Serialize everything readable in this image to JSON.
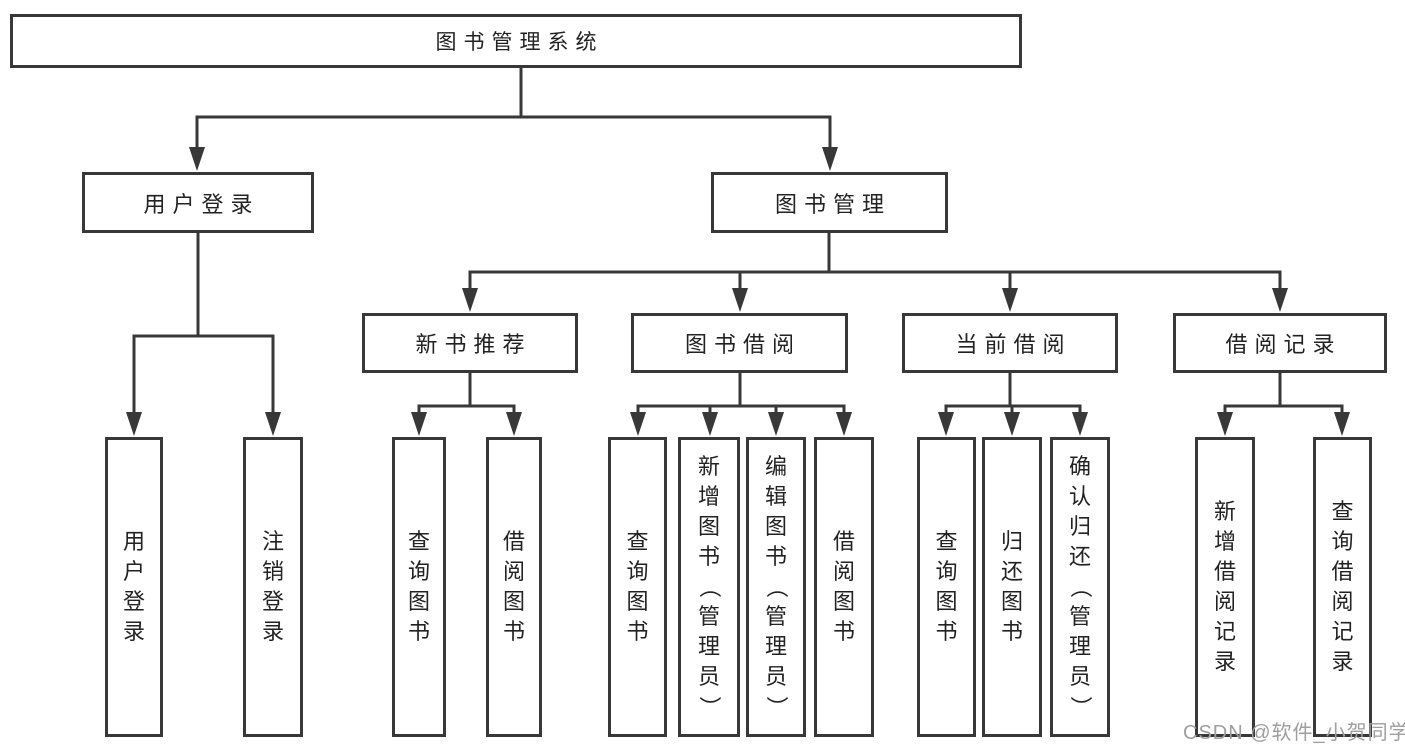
{
  "diagram": {
    "root": {
      "label": "图书管理系统",
      "children": [
        {
          "label": "用户登录",
          "children": [
            {
              "label": "用户登录"
            },
            {
              "label": "注销登录"
            }
          ]
        },
        {
          "label": "图书管理",
          "children": [
            {
              "label": "新书推荐",
              "children": [
                {
                  "label": "查询图书"
                },
                {
                  "label": "借阅图书"
                }
              ]
            },
            {
              "label": "图书借阅",
              "children": [
                {
                  "label": "查询图书"
                },
                {
                  "label": "新增图书（管理员）"
                },
                {
                  "label": "编辑图书（管理员）"
                },
                {
                  "label": "借阅图书"
                }
              ]
            },
            {
              "label": "当前借阅",
              "children": [
                {
                  "label": "查询图书"
                },
                {
                  "label": "归还图书"
                },
                {
                  "label": "确认归还（管理员）"
                }
              ]
            },
            {
              "label": "借阅记录",
              "children": [
                {
                  "label": "新增借阅记录"
                },
                {
                  "label": "查询借阅记录"
                }
              ]
            }
          ]
        }
      ]
    }
  },
  "watermark": {
    "text": "CSDN @软件_小贺同学"
  },
  "colors": {
    "line": "#383838",
    "box_border": "#383838",
    "text": "#222222",
    "watermark": "#9e9e9e",
    "background": "#ffffff"
  }
}
